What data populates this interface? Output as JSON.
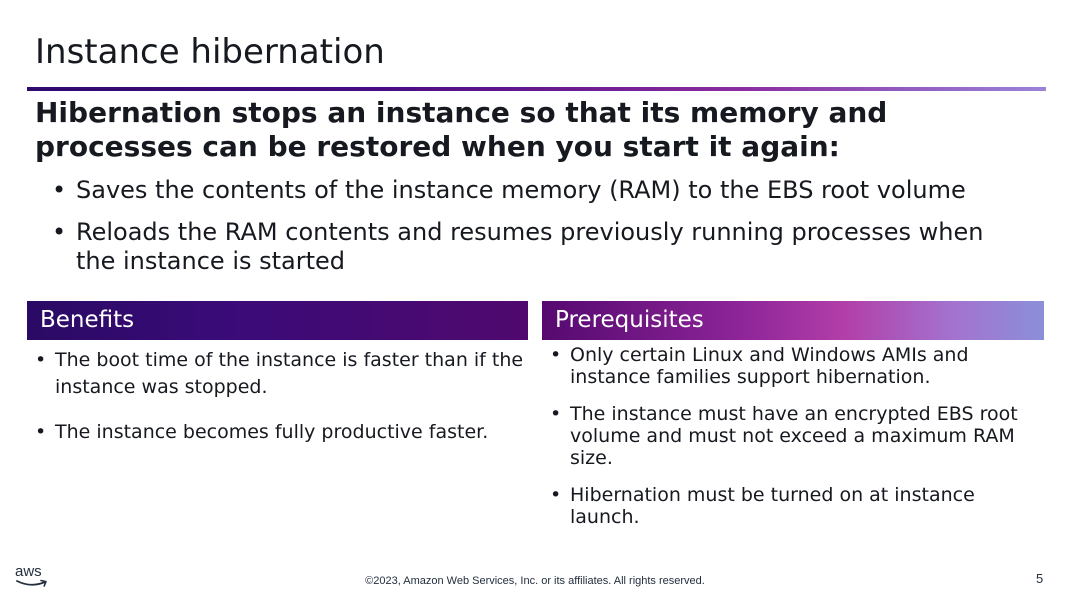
{
  "slide": {
    "title": "Instance hibernation",
    "headline": "Hibernation stops an instance so that its memory and processes can be restored when you start it again:",
    "bullets": [
      "Saves the contents of the instance memory (RAM) to the EBS root volume",
      "Reloads the RAM contents and resumes previously running processes when the instance is started"
    ]
  },
  "benefits": {
    "header": "Benefits",
    "items": [
      "The boot time of the instance is faster than if the instance was stopped.",
      "The instance becomes fully productive faster."
    ]
  },
  "prerequisites": {
    "header": "Prerequisites",
    "items": [
      "Only certain Linux and Windows AMIs and instance families support hibernation.",
      "The instance must have an encrypted EBS root volume and must not exceed a maximum RAM size.",
      "Hibernation must be turned on at instance launch."
    ]
  },
  "footer": {
    "logo_text": "aws",
    "logo_icon": "aws-smile-logo",
    "copyright": "©2023, Amazon Web Services, Inc. or its affiliates. All rights reserved.",
    "page_number": "5"
  },
  "colors": {
    "title_rule_start": "#2e0a6e",
    "title_rule_end": "#9a84d8",
    "benefits_header_bg": "#3a0b78",
    "prerequisites_header_bg": "#b23ea8",
    "text": "#16191f"
  }
}
